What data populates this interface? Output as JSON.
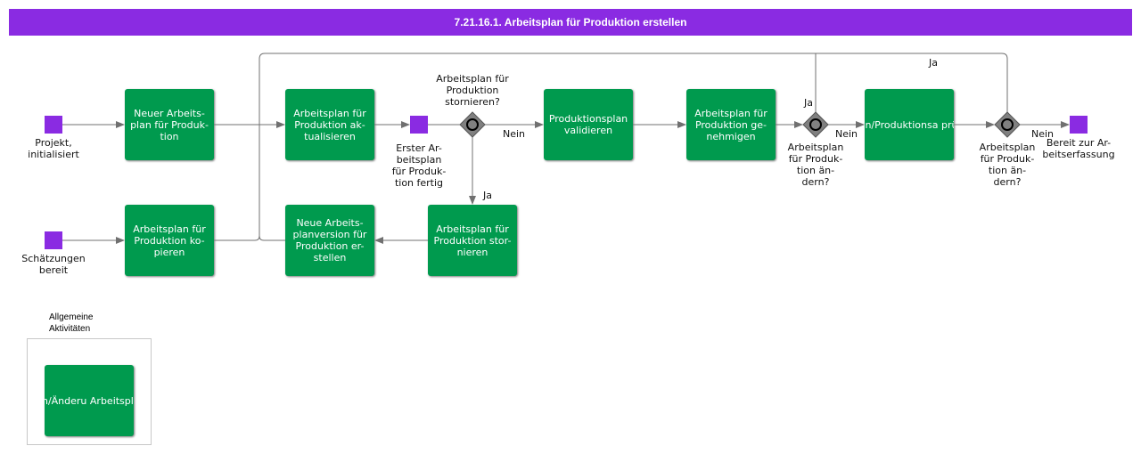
{
  "title": "7.21.16.1. Arbeitsplan für Produktion erstellen",
  "events": {
    "projekt_initialisiert": "Projekt,\ninitialisiert",
    "schaetzungen_bereit": "Schätzungen\nbereit",
    "erster_arbeitsplan_fertig": "Erster Ar-\nbeitsplan\nfür Produk-\ntion fertig",
    "bereit_zur_arbeitserfassung": "Bereit zur Ar-\nbeitserfassung"
  },
  "activities": {
    "neuer_arbeitsplan": "Neuer Arbeits-\nplan für Produk-\ntion",
    "arbeitsplan_kopieren": "Arbeitsplan für\nProduktion ko-\npieren",
    "arbeitsplan_aktualisieren": "Arbeitsplan für\nProduktion ak-\ntualisieren",
    "neue_arbeitsplanversion": "Neue Arbeits-\nplanversion für\nProduktion er-\nstellen",
    "arbeitsplan_stornieren": "Arbeitsplan für\nProduktion stor-\nnieren",
    "produktionsplan_validieren": "Produktionsplan\nvalidieren",
    "arbeitsplan_genehmigen": "Arbeitsplan für\nProduktion ge-\nnehmigen",
    "produktionsplan_pruefen": "splan/Produktionsa\nprüfen",
    "general_activity": "stellungen/Änderu\nArbeitsplan verwal"
  },
  "gateways": {
    "stornieren_question": "Arbeitsplan für\nProduktion\nstornieren?",
    "aendern_question_1": "Arbeitsplan\nfür Produk-\ntion än-\ndern?",
    "aendern_question_2": "Arbeitsplan\nfür Produk-\ntion än-\ndern?"
  },
  "flow_labels": {
    "nein_1": "Nein",
    "ja_1": "Ja",
    "ja_2": "Ja",
    "nein_2": "Nein",
    "ja_3": "Ja",
    "nein_3": "Nein"
  },
  "general_group": {
    "label": "Allgemeine\nAktivitäten"
  },
  "colors": {
    "title_bar": "#8a2be2",
    "event": "#8a2be2",
    "activity": "#009a4e",
    "gateway": "#808080",
    "connector": "#707070"
  }
}
